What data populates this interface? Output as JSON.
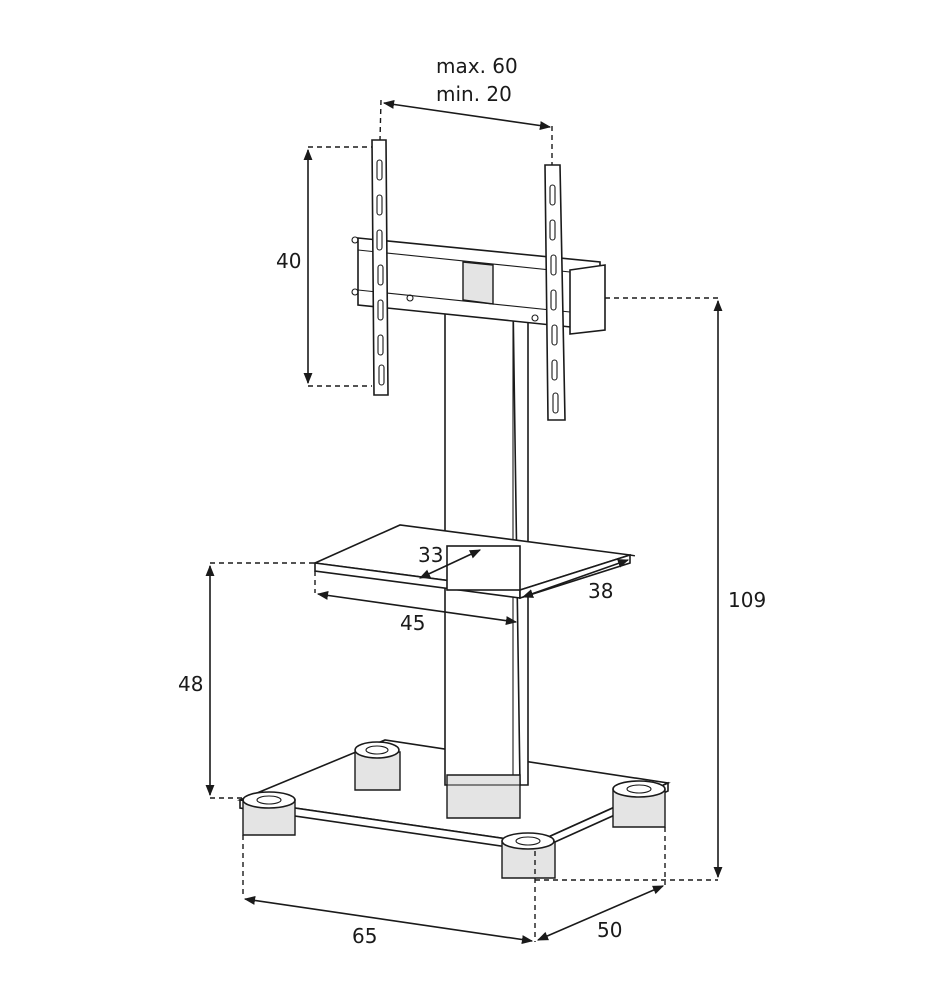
{
  "dimensions": {
    "width_max": "max. 60",
    "width_min": "min. 20",
    "bracket_height": "40",
    "total_height": "109",
    "shelf_depth_inner": "33",
    "shelf_depth": "38",
    "shelf_width": "45",
    "shelf_height": "48",
    "base_width": "65",
    "base_depth": "50"
  }
}
